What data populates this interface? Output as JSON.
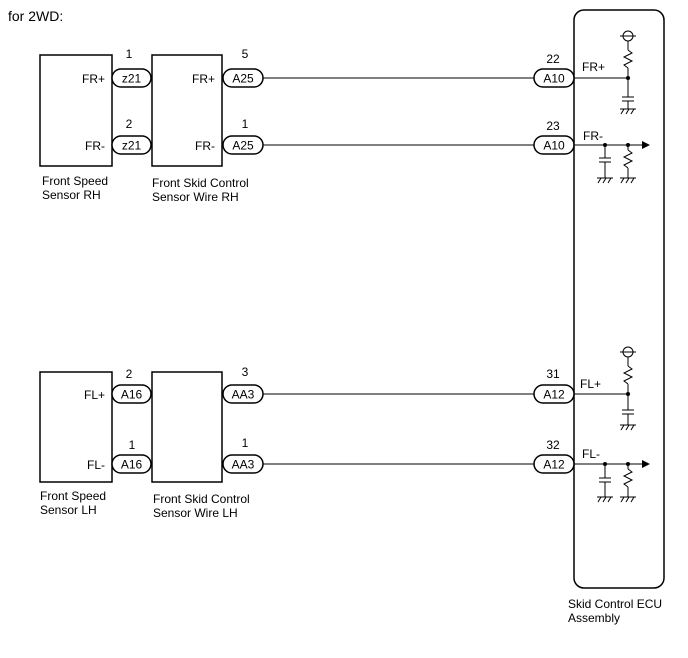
{
  "title": "for 2WD:",
  "components": {
    "front_speed_sensor_rh": {
      "line1": "Front Speed",
      "line2": "Sensor RH"
    },
    "front_skid_wire_rh": {
      "line1": "Front Skid Control",
      "line2": "Sensor Wire RH"
    },
    "front_speed_sensor_lh": {
      "line1": "Front Speed",
      "line2": "Sensor LH"
    },
    "front_skid_wire_lh": {
      "line1": "Front Skid Control",
      "line2": "Sensor Wire LH"
    },
    "ecu": {
      "line1": "Skid Control ECU",
      "line2": "Assembly"
    }
  },
  "circuits": [
    {
      "sensor_pin_label": "FR+",
      "conn1": {
        "pin": "1",
        "name": "z21"
      },
      "wire_pin_label": "FR+",
      "conn2": {
        "pin": "5",
        "name": "A25"
      },
      "conn3": {
        "pin": "22",
        "name": "A10"
      },
      "ecu_label": "FR+"
    },
    {
      "sensor_pin_label": "FR-",
      "conn1": {
        "pin": "2",
        "name": "z21"
      },
      "wire_pin_label": "FR-",
      "conn2": {
        "pin": "1",
        "name": "A25"
      },
      "conn3": {
        "pin": "23",
        "name": "A10"
      },
      "ecu_label": "FR-"
    },
    {
      "sensor_pin_label": "FL+",
      "conn1": {
        "pin": "2",
        "name": "A16"
      },
      "wire_pin_label": "",
      "conn2": {
        "pin": "3",
        "name": "AA3"
      },
      "conn3": {
        "pin": "31",
        "name": "A12"
      },
      "ecu_label": "FL+"
    },
    {
      "sensor_pin_label": "FL-",
      "conn1": {
        "pin": "1",
        "name": "A16"
      },
      "wire_pin_label": "",
      "conn2": {
        "pin": "1",
        "name": "AA3"
      },
      "conn3": {
        "pin": "32",
        "name": "A12"
      },
      "ecu_label": "FL-"
    }
  ]
}
